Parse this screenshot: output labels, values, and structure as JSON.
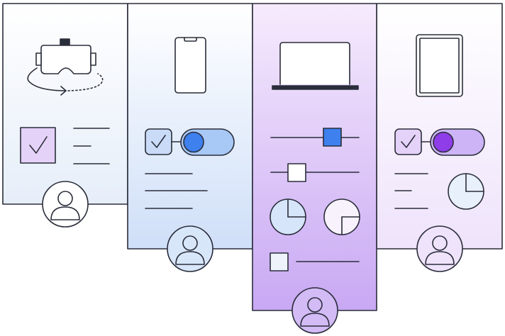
{
  "illustration": {
    "panels": [
      {
        "device": "vr-headset",
        "gradient": [
          "#ffffff",
          "#e6eef9"
        ]
      },
      {
        "device": "smartphone",
        "gradient": [
          "#ffffff",
          "#cfdff8"
        ]
      },
      {
        "device": "laptop",
        "gradient": [
          "#f6ebfd",
          "#c8a8f3"
        ]
      },
      {
        "device": "tablet",
        "gradient": [
          "#ffffff",
          "#efe3fb"
        ]
      }
    ],
    "colors": {
      "stroke": "#2a2d3a",
      "blue_accent": "#3d80ee",
      "purple_accent": "#8f3de8",
      "light_blue_fill": "#a8c8f6",
      "light_purple_fill": "#cdb4f6",
      "checkbox_lavender": "#e5d2f8",
      "checkbox_blue": "#c9dbf7",
      "avatar_fill": "#e9eef7"
    },
    "icons": [
      "vr-headset-icon",
      "smartphone-icon",
      "laptop-icon",
      "tablet-icon",
      "checkbox-checked-icon",
      "toggle-switch-icon",
      "slider-icon",
      "pie-chart-icon",
      "user-avatar-icon"
    ]
  }
}
